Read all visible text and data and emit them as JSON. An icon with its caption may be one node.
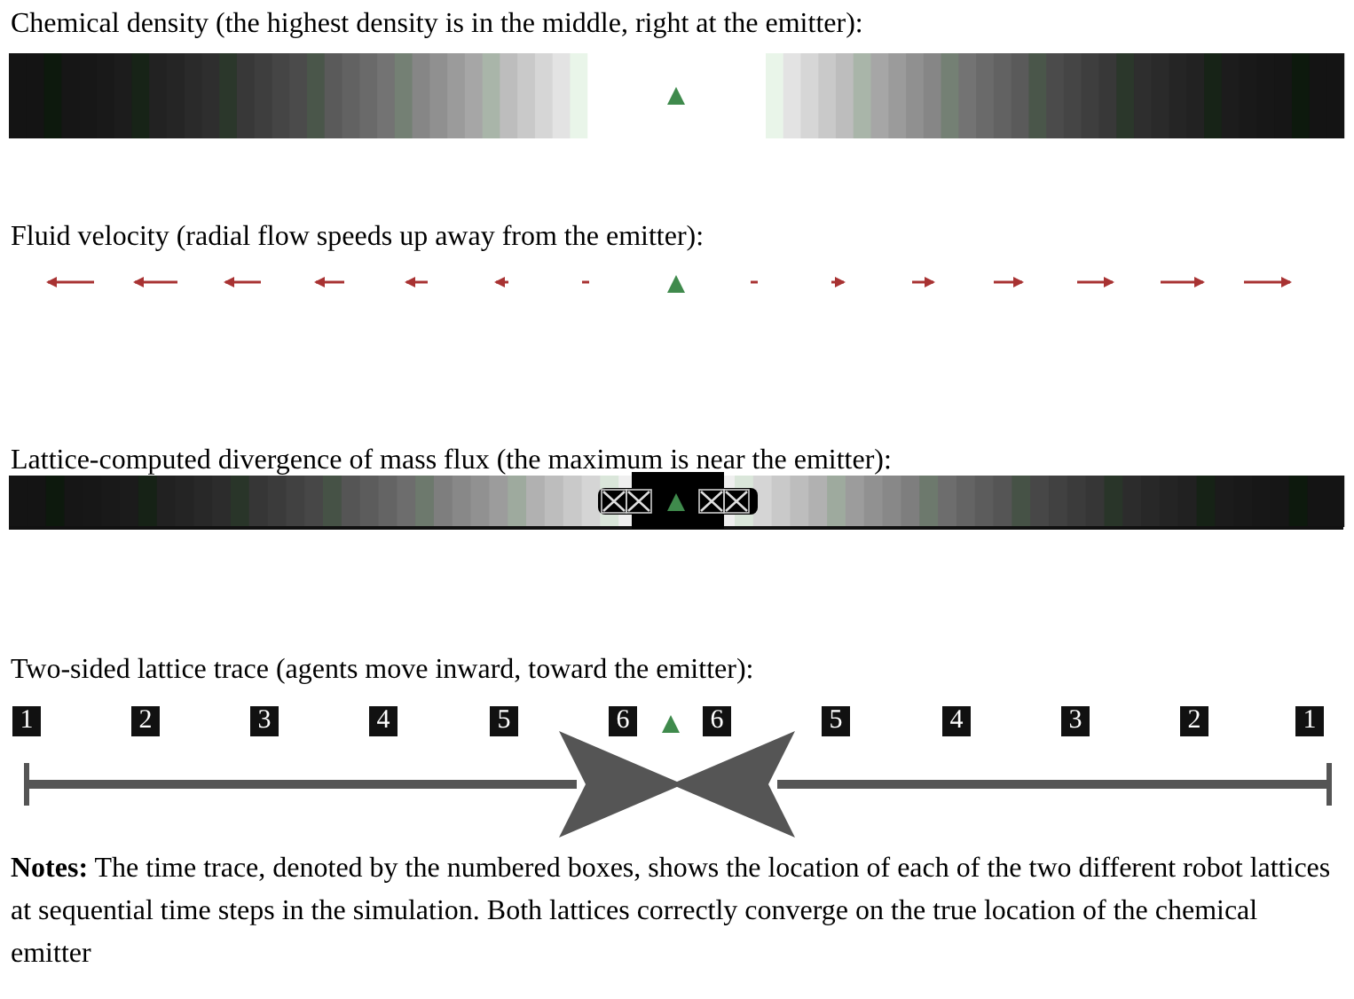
{
  "diagram": {
    "labels": [
      "Chemical density (the highest density is in the middle, right at the emitter):",
      "Fluid velocity (radial flow speeds up away from the emitter):",
      "Lattice-computed divergence of mass flux (the maximum is near the emitter):",
      "Two-sided lattice trace (agents move inward, toward the emitter):",
      "1",
      "2",
      "3",
      "4",
      "5",
      "6",
      "6",
      "5",
      "4",
      "3",
      "2",
      "1",
      "**Notes:** The time trace, denoted by the numbered boxes, shows the location of each of the two different robot lattices at sequential time steps in the simulation. Both lattices correctly converge on the true location of the chemical emitter"
    ]
  }
}
